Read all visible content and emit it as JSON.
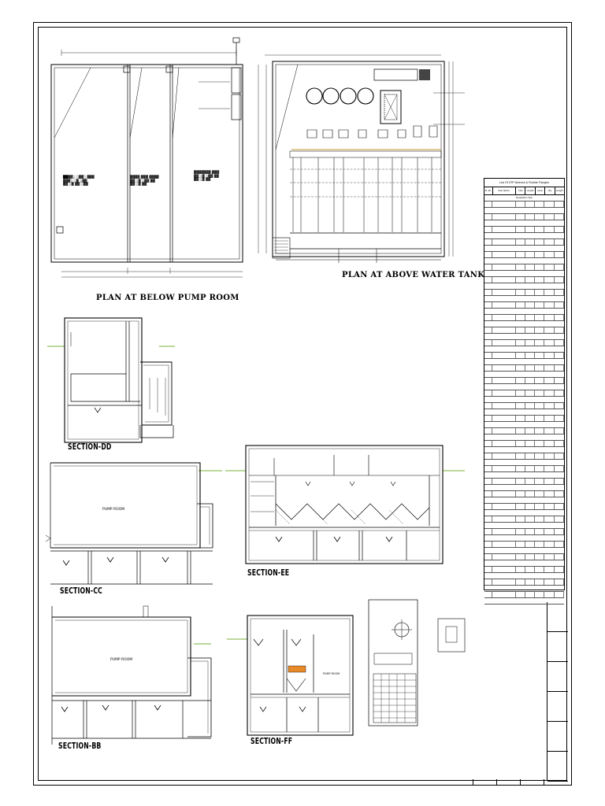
{
  "drawing": {
    "titles": {
      "plan_below": "PLAN AT BELOW PUMP ROOM",
      "plan_above": "PLAN AT ABOVE WATER TANK",
      "section_dd": "SECTION-DD",
      "section_cc": "SECTION-CC",
      "section_ee": "SECTION-EE",
      "section_bb": "SECTION-BB",
      "section_ff": "SECTION-FF"
    },
    "rooms": {
      "pump_room_cc": "PUMP ROOM",
      "pump_room_bb": "PUMP ROOM",
      "pump_room_ff": "PUMP ROOM"
    },
    "schedule": {
      "title": "List Of STP Sleeves & Puddle Flanges",
      "headers": [
        "Sl. No.",
        "Description",
        "Size",
        "Length",
        "Level",
        "Qty",
        "Length"
      ],
      "first_group": "Equalization Tank"
    }
  }
}
